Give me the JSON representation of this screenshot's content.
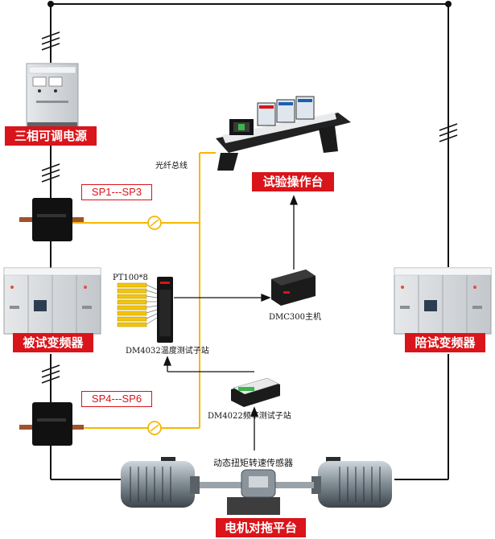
{
  "labels": {
    "power_supply": "三相可调电源",
    "console": "试验操作台",
    "dut_inverter": "被试变频器",
    "companion_inverter": "陪试变频器",
    "platform": "电机对拖平台",
    "sp_upper": "SP1---SP3",
    "sp_lower": "SP4---SP6",
    "fiber_bus": "光纤总线",
    "pt100": "PT100*8",
    "temp_station": "DM4032温度测试子站",
    "host": "DMC300主机",
    "freq_station": "DM4022频率测试子站",
    "torque_sensor": "动态扭矩转速传感器"
  },
  "colors": {
    "accent_red": "#d9141a",
    "fiber_yellow": "#f5b800",
    "line_black": "#111111"
  }
}
